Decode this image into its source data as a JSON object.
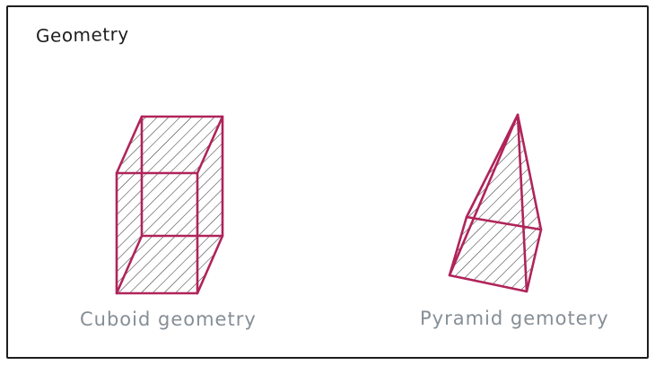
{
  "frame": {
    "title": "Geometry"
  },
  "shapes": [
    {
      "name": "cuboid",
      "caption": "Cuboid geometry"
    },
    {
      "name": "pyramid",
      "caption": "Pyramid gemotery"
    }
  ],
  "colors": {
    "stroke": "#b0245a",
    "hatch": "#3a3a3a",
    "caption": "#868e96",
    "title": "#1e1e1e",
    "frame": "#1e1e1e"
  }
}
